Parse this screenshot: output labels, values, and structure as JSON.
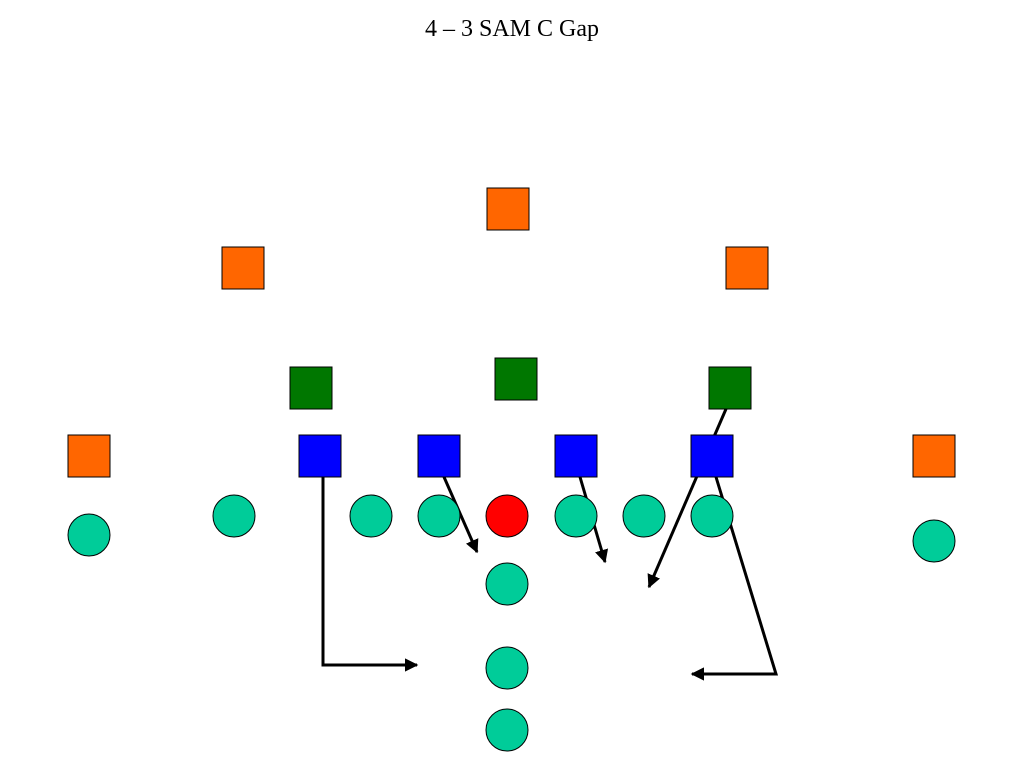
{
  "title": "4 – 3 SAM C Gap",
  "colors": {
    "background": "#ffffff",
    "secondary": "#ff6600",
    "linebacker": "#007700",
    "lineman": "#0000ff",
    "offense": "#00cc99",
    "center": "#ff0000",
    "route": "#000000"
  },
  "players": [
    {
      "id": "fs",
      "role": "safety",
      "shape": "square",
      "color": "secondary"
    },
    {
      "id": "lcb",
      "role": "cornerback",
      "shape": "square",
      "color": "secondary"
    },
    {
      "id": "rcb",
      "role": "cornerback",
      "shape": "square",
      "color": "secondary"
    },
    {
      "id": "lolb",
      "role": "linebacker",
      "shape": "square",
      "color": "linebacker"
    },
    {
      "id": "mlb",
      "role": "linebacker",
      "shape": "square",
      "color": "linebacker"
    },
    {
      "id": "sam",
      "role": "linebacker",
      "shape": "square",
      "color": "linebacker"
    },
    {
      "id": "lde",
      "role": "lineman",
      "shape": "square",
      "color": "lineman"
    },
    {
      "id": "ldt",
      "role": "lineman",
      "shape": "square",
      "color": "lineman"
    },
    {
      "id": "rdt",
      "role": "lineman",
      "shape": "square",
      "color": "lineman"
    },
    {
      "id": "rde",
      "role": "lineman",
      "shape": "square",
      "color": "lineman"
    },
    {
      "id": "ldb",
      "role": "defensive back",
      "shape": "square",
      "color": "secondary"
    },
    {
      "id": "rdb",
      "role": "defensive back",
      "shape": "square",
      "color": "secondary"
    },
    {
      "id": "wr-left",
      "role": "receiver",
      "shape": "circle",
      "color": "offense"
    },
    {
      "id": "te-left",
      "role": "tight end",
      "shape": "circle",
      "color": "offense"
    },
    {
      "id": "lt",
      "role": "tackle",
      "shape": "circle",
      "color": "offense"
    },
    {
      "id": "lg",
      "role": "guard",
      "shape": "circle",
      "color": "offense"
    },
    {
      "id": "c",
      "role": "center",
      "shape": "circle",
      "color": "center"
    },
    {
      "id": "rg",
      "role": "guard",
      "shape": "circle",
      "color": "offense"
    },
    {
      "id": "rt",
      "role": "tackle",
      "shape": "circle",
      "color": "offense"
    },
    {
      "id": "te-right",
      "role": "tight end",
      "shape": "circle",
      "color": "offense"
    },
    {
      "id": "wr-right",
      "role": "receiver",
      "shape": "circle",
      "color": "offense"
    },
    {
      "id": "qb",
      "role": "quarterback",
      "shape": "circle",
      "color": "offense"
    },
    {
      "id": "fb",
      "role": "fullback",
      "shape": "circle",
      "color": "offense"
    },
    {
      "id": "tb",
      "role": "tailback",
      "shape": "circle",
      "color": "offense"
    }
  ],
  "routes": [
    {
      "id": "lde-drop",
      "from": "lde"
    },
    {
      "id": "ldt-slant",
      "from": "ldt"
    },
    {
      "id": "rdt-rush",
      "from": "rdt"
    },
    {
      "id": "sam-c-gap",
      "from": "sam"
    },
    {
      "id": "rde-drop",
      "from": "rde"
    }
  ]
}
